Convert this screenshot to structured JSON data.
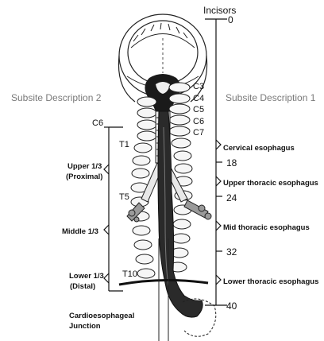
{
  "header": {
    "subsite_2": "Subsite Description 2",
    "subsite_1": "Subsite Description 1",
    "incisors": "Incisors"
  },
  "scale_labels": {
    "mark_0": "0",
    "mark_18": "18",
    "mark_24": "24",
    "mark_32": "32",
    "mark_40": "40"
  },
  "vertebra_labels": {
    "c3": "C3",
    "c4": "C4",
    "c5": "C5",
    "c6": "C6",
    "c7": "C7",
    "c6_left": "C6",
    "t1": "T1",
    "t5": "T5",
    "t10": "T10"
  },
  "right_regions": {
    "cervical": "Cervical esophagus",
    "upper_thoracic": "Upper thoracic esophagus",
    "mid_thoracic": "Mid thoracic esophagus",
    "lower_thoracic": "Lower thoracic esophagus"
  },
  "left_regions": {
    "upper_line1": "Upper 1/3",
    "upper_line2": "(Proximal)",
    "middle": "Middle 1/3",
    "lower_line1": "Lower 1/3",
    "lower_line2": "(Distal)",
    "cardio_line1": "Cardioesophageal",
    "cardio_line2": "Junction"
  }
}
